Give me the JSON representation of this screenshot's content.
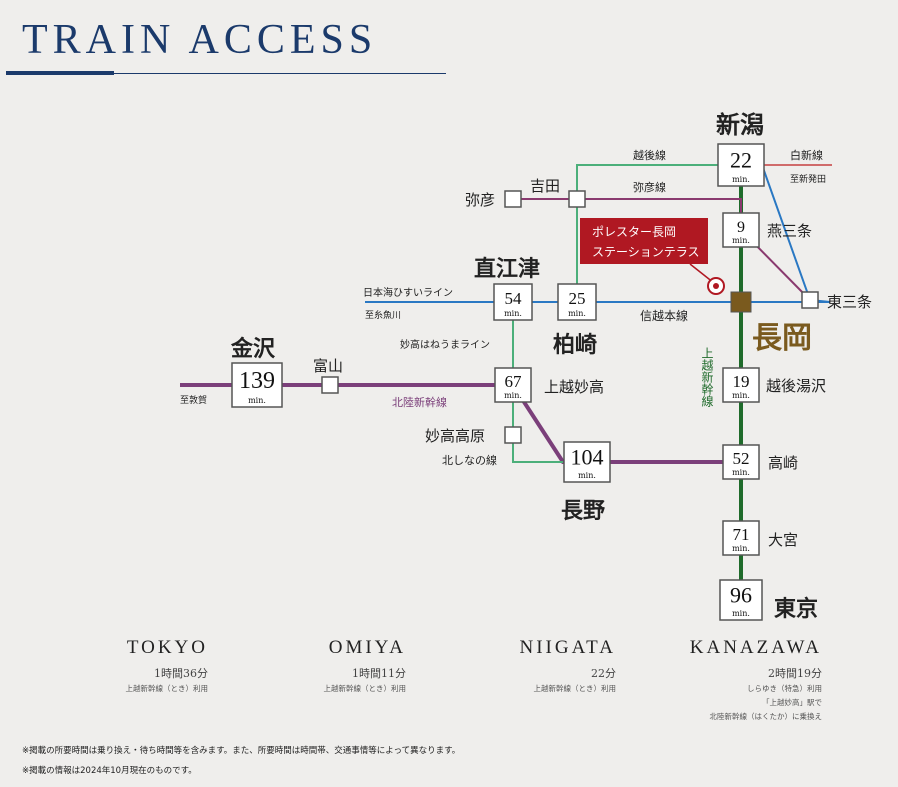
{
  "title": "TRAIN ACCESS",
  "colors": {
    "navy": "#1b3a6b",
    "joetsu_shinkansen": "#1f6b2b",
    "hokuriku_shinkansen": "#7b3f7a",
    "blue_line": "#2a78c3",
    "red_line": "#d06b6b",
    "yahiko_line": "#8a3a6f",
    "myoko_line": "#4caf7a",
    "brown_station": "#7a5a1e",
    "property_red": "#b01822"
  },
  "stations": {
    "niigata": {
      "name": "新潟",
      "min": "22",
      "unit": "min."
    },
    "tsubame": {
      "min": "9",
      "unit": "min.",
      "name": "燕三条"
    },
    "nagaoka": {
      "name": "長岡"
    },
    "echigo_yuzawa": {
      "min": "19",
      "unit": "min.",
      "name": "越後湯沢"
    },
    "takasaki": {
      "min": "52",
      "unit": "min.",
      "name": "高崎"
    },
    "omiya": {
      "min": "71",
      "unit": "min.",
      "name": "大宮"
    },
    "tokyo": {
      "min": "96",
      "unit": "min.",
      "name": "東京"
    },
    "kashiwazaki": {
      "min": "25",
      "unit": "min.",
      "name": "柏崎"
    },
    "naoetsu": {
      "min": "54",
      "unit": "min.",
      "name": "直江津"
    },
    "joetsu_myoko": {
      "min": "67",
      "unit": "min.",
      "name": "上越妙高"
    },
    "nagano": {
      "min": "104",
      "unit": "min.",
      "name": "長野"
    },
    "kanazawa": {
      "min": "139",
      "unit": "min.",
      "name": "金沢"
    },
    "toyama": {
      "name": "富山"
    },
    "myoko_kogen": {
      "name": "妙高高原"
    },
    "yoshida": {
      "name": "吉田"
    },
    "yahiko": {
      "name": "弥彦"
    },
    "higashi_sanjo": {
      "name": "東三条"
    }
  },
  "lines": {
    "echigo": "越後線",
    "yahiko": "弥彦線",
    "hakushin": "白新線",
    "shibata": "至新発田",
    "shinetsu": "信越本線",
    "nihonkai": "日本海ひすいライン",
    "itoigawa": "至糸魚川",
    "myoko_haneuma": "妙高はねうまライン",
    "hokuriku": "北陸新幹線",
    "tsuruga": "至敦賀",
    "kita_shinano": "北しなの線",
    "joetsu_shinkansen": "上越新幹線"
  },
  "property": {
    "line1": "ポレスター長岡",
    "line2": "ステーションテラス"
  },
  "destinations": [
    {
      "en": "TOKYO",
      "time": "1時間36分",
      "notes": [
        "上越新幹線（とき）利用"
      ]
    },
    {
      "en": "OMIYA",
      "time": "1時間11分",
      "notes": [
        "上越新幹線（とき）利用"
      ]
    },
    {
      "en": "NIIGATA",
      "time": "22分",
      "notes": [
        "上越新幹線（とき）利用"
      ]
    },
    {
      "en": "KANAZAWA",
      "time": "2時間19分",
      "notes": [
        "しらゆき（特急）利用",
        "「上越妙高」駅で",
        "北陸新幹線（はくたか）に乗換え"
      ]
    }
  ],
  "footnotes": [
    "※掲載の所要時間は乗り換え・待ち時間等を含みます。また、所要時間は時間帯、交通事情等によって異なります。",
    "※掲載の情報は2024年10月現在のものです。"
  ]
}
